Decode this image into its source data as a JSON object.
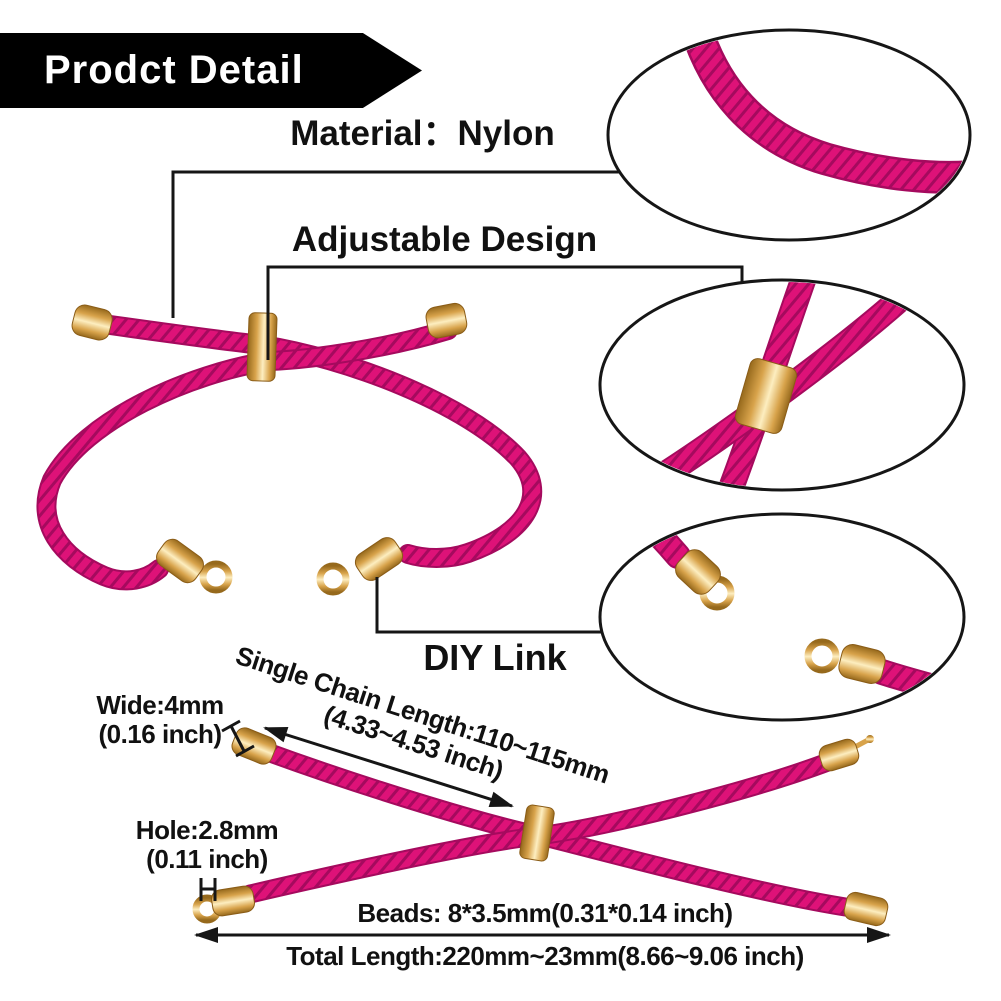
{
  "banner": {
    "title": "Prodct Detail"
  },
  "callouts": {
    "material": "Material：Nylon",
    "adjustable": "Adjustable Design",
    "diy_link": "DIY Link"
  },
  "dimensions": {
    "width_mm": "Wide:4mm",
    "width_inch": "(0.16 inch)",
    "chain_length_mm": "Single Chain Length:110~115mm",
    "chain_length_inch": "(4.33~4.53 inch)",
    "hole_mm": "Hole:2.8mm",
    "hole_inch": "(0.11 inch)",
    "beads": "Beads: 8*3.5mm(0.31*0.14 inch)",
    "total_length": "Total Length:220mm~23mm(8.66~9.06 inch)"
  },
  "colors": {
    "cord": "#de1278",
    "cord_dark": "#a50a5e",
    "gold": "#d8a34b",
    "gold_light": "#fdeec0",
    "gold_dark": "#96691c",
    "gold_edge": "#8a5c17",
    "line": "#161616",
    "banner_bg": "#000000",
    "banner_text": "#ffffff",
    "text": "#111111"
  }
}
